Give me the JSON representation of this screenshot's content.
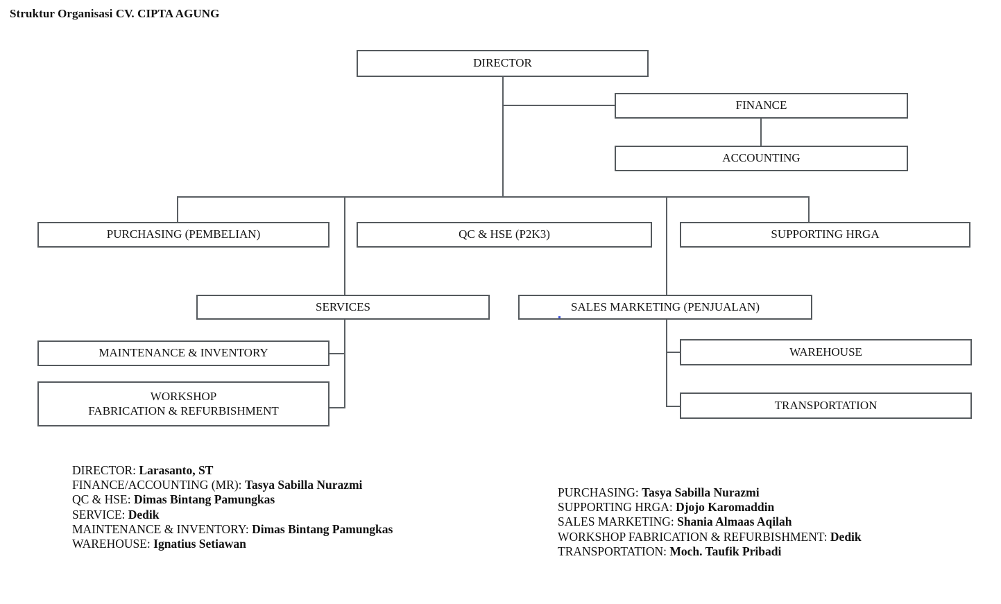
{
  "title": "Struktur Organisasi CV. CIPTA AGUNG",
  "colors": {
    "box_border": "#555a5e",
    "line": "#5a5f63",
    "background": "#ffffff",
    "text": "#131313",
    "speck": "#3b4fd8"
  },
  "nodes": {
    "director": {
      "label": "DIRECTOR"
    },
    "finance": {
      "label": "FINANCE"
    },
    "accounting": {
      "label": "ACCOUNTING"
    },
    "purchasing": {
      "label": "PURCHASING (PEMBELIAN)"
    },
    "qc_hse": {
      "label": "QC & HSE (P2K3)"
    },
    "supporting_hrga": {
      "label": "SUPPORTING HRGA"
    },
    "services": {
      "label": "SERVICES"
    },
    "sales_marketing": {
      "label": "SALES MARKETING (PENJUALAN)"
    },
    "maintenance": {
      "label": "MAINTENANCE & INVENTORY"
    },
    "workshop_line1": {
      "label": "WORKSHOP"
    },
    "workshop_line2": {
      "label": "FABRICATION & REFURBISHMENT"
    },
    "warehouse": {
      "label": "WAREHOUSE"
    },
    "transportation": {
      "label": "TRANSPORTATION"
    }
  },
  "legend": {
    "left": [
      {
        "role": "DIRECTOR: ",
        "name": "Larasanto, ST"
      },
      {
        "role": "FINANCE/ACCOUNTING (MR): ",
        "name": "Tasya Sabilla Nurazmi"
      },
      {
        "role": "QC & HSE: ",
        "name": "Dimas Bintang Pamungkas"
      },
      {
        "role": "SERVICE: ",
        "name": "Dedik"
      },
      {
        "role": "MAINTENANCE & INVENTORY: ",
        "name": "Dimas Bintang Pamungkas"
      },
      {
        "role": "WAREHOUSE: ",
        "name": "Ignatius Setiawan"
      }
    ],
    "right": [
      {
        "role": "PURCHASING: ",
        "name": "Tasya Sabilla Nurazmi"
      },
      {
        "role": "SUPPORTING HRGA: ",
        "name": "Djojo Karomaddin"
      },
      {
        "role": "SALES MARKETING: ",
        "name": "Shania Almaas Aqilah"
      },
      {
        "role": "WORKSHOP FABRICATION & REFURBISHMENT: ",
        "name": "Dedik"
      },
      {
        "role": "TRANSPORTATION: ",
        "name": "Moch. Taufik Pribadi"
      }
    ]
  }
}
